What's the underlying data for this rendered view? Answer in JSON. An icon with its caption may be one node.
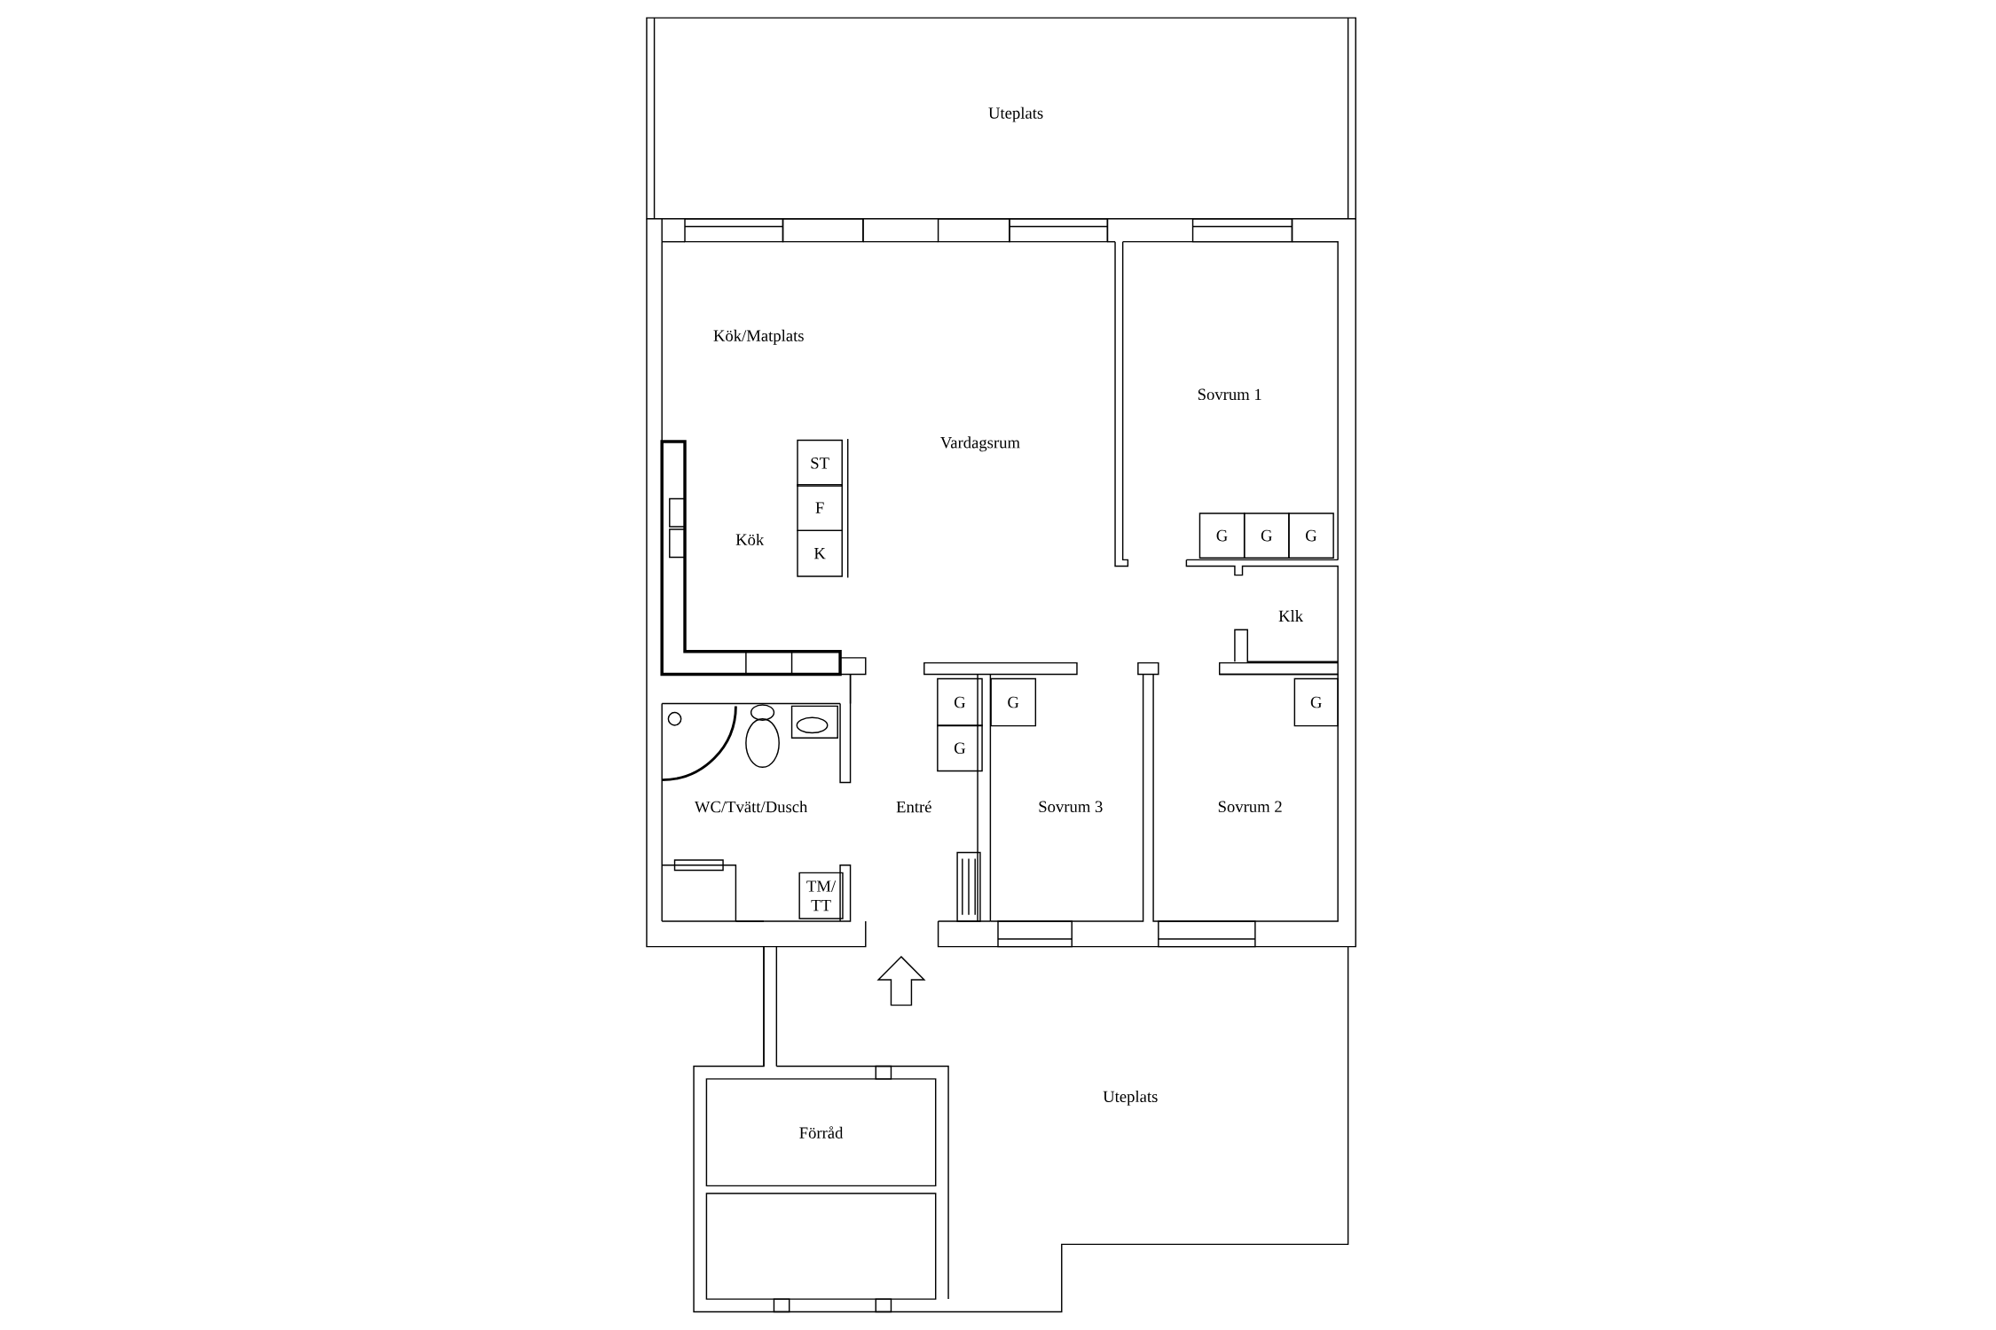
{
  "diagram": {
    "nodes": [
      {
        "text": [
          "ST"
        ]
      },
      {
        "text": [
          "F"
        ]
      },
      {
        "text": [
          "K"
        ]
      },
      {
        "text": [
          "G"
        ]
      },
      {
        "text": [
          "G"
        ]
      },
      {
        "text": [
          "G"
        ]
      },
      {
        "text": [
          "G"
        ]
      },
      {
        "text": [
          "G"
        ]
      },
      {
        "text": [
          "G"
        ]
      },
      {
        "text": [
          "G"
        ]
      },
      {
        "text": [
          "TM/ TT"
        ]
      }
    ],
    "edges": [],
    "labels": [
      "Uteplats",
      "Kök/Matplats",
      "Sovrum 1",
      "Vardagsrum",
      "Kök",
      "Klk",
      "WC/Tvätt/Dusch",
      "Entré",
      "Sovrum 3",
      "Sovrum 2",
      "Uteplats",
      "Förråd"
    ]
  }
}
